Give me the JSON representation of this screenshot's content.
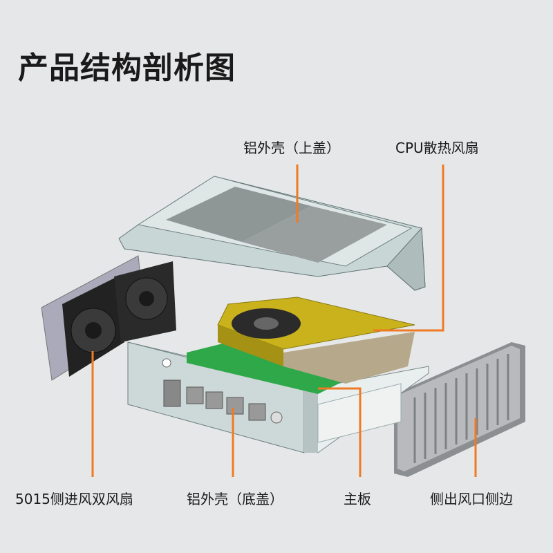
{
  "title": "产品结构剖析图",
  "labels": {
    "top_cover": "铝外壳（上盖）",
    "cpu_fan": "CPU散热风扇",
    "side_fans": "5015侧进风双风扇",
    "bottom_cover": "铝外壳（底盖）",
    "motherboard": "主板",
    "side_vent": "侧出风口侧边"
  },
  "colors": {
    "background": "#e6e7e9",
    "leader": "#f07a22",
    "fan_yellow": "#c9b21c",
    "pcb": "#2fa84a",
    "shell": "#c9d6d6"
  }
}
